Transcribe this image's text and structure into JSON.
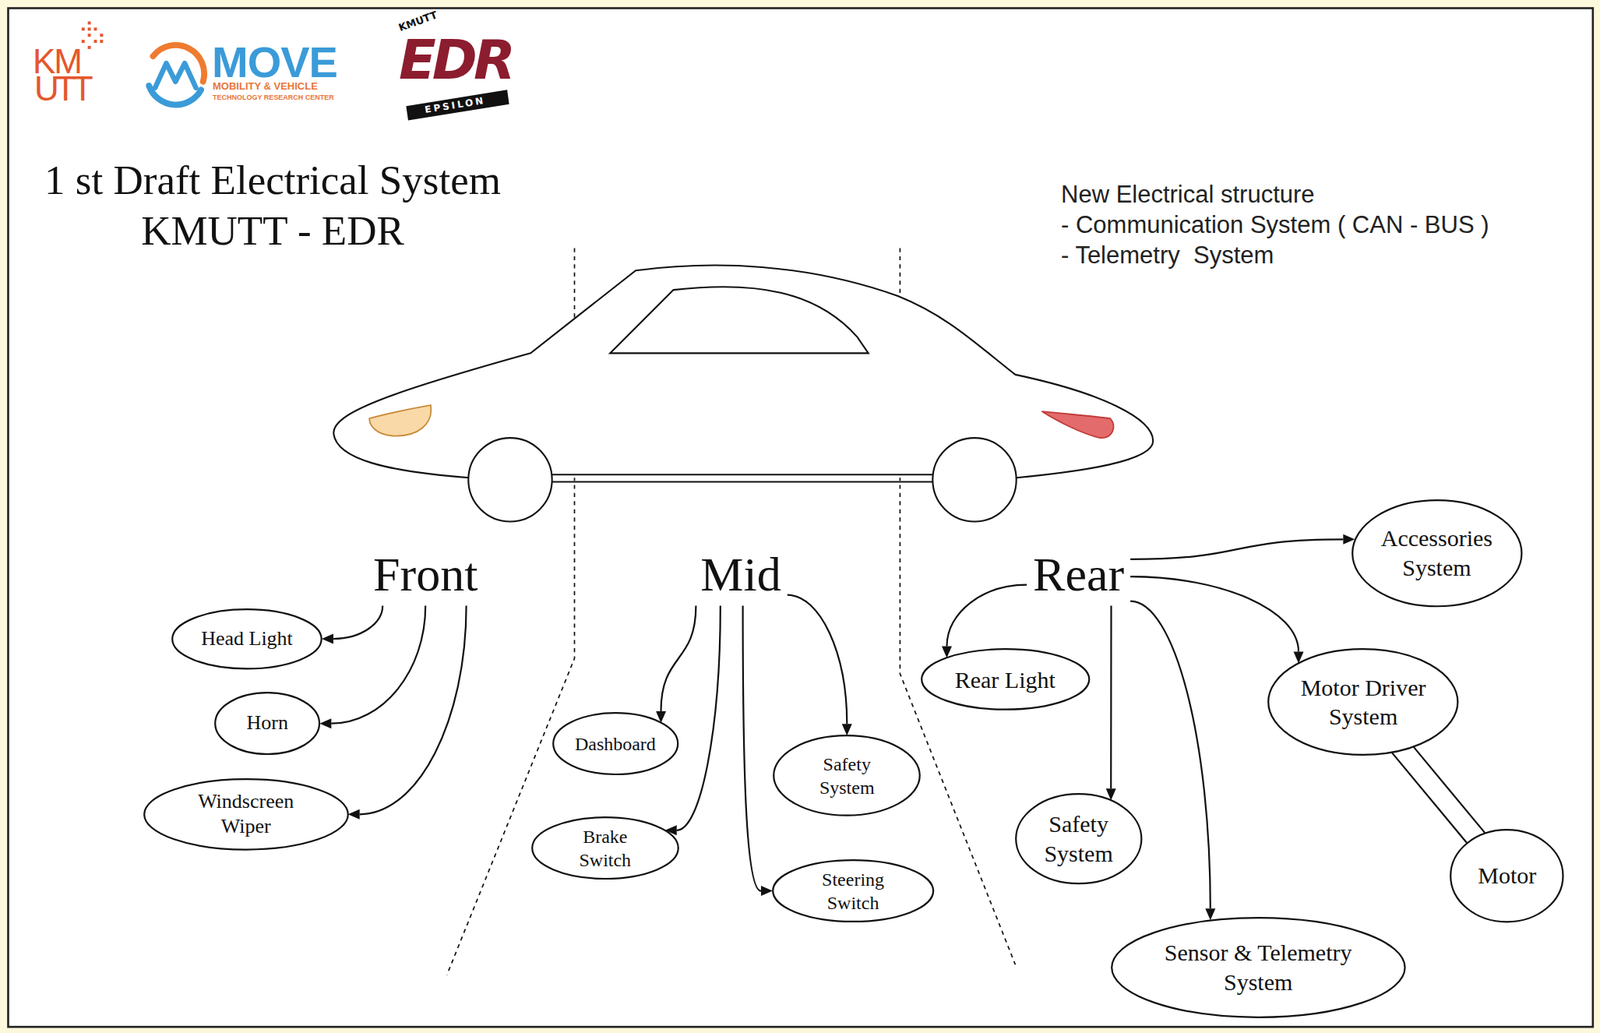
{
  "diagram": {
    "title": "1 st Draft Electrical System KMUTT - EDR",
    "nodes": [
      {
        "text": [
          "Front"
        ]
      },
      {
        "text": [
          "Head Light"
        ]
      },
      {
        "text": [
          "Horn"
        ]
      },
      {
        "text": [
          "Windscreen Wiper"
        ]
      },
      {
        "text": [
          "Mid"
        ]
      },
      {
        "text": [
          "Dashboard"
        ]
      },
      {
        "text": [
          "Brake Switch"
        ]
      },
      {
        "text": [
          "Steering Switch"
        ]
      },
      {
        "text": [
          "Safety System"
        ]
      },
      {
        "text": [
          "Rear"
        ]
      },
      {
        "text": [
          "Rear Light"
        ]
      },
      {
        "text": [
          "Safety System"
        ]
      },
      {
        "text": [
          "Sensor & Telemetry System"
        ]
      },
      {
        "text": [
          "Accessories System"
        ]
      },
      {
        "text": [
          "Motor Driver System"
        ]
      },
      {
        "text": [
          "Motor"
        ]
      }
    ],
    "edges": [
      {
        "from": 0,
        "to": 1,
        "arrow": "to"
      },
      {
        "from": 0,
        "to": 2,
        "arrow": "to"
      },
      {
        "from": 0,
        "to": 3,
        "arrow": "to"
      },
      {
        "from": 4,
        "to": 5,
        "arrow": "to"
      },
      {
        "from": 4,
        "to": 6,
        "arrow": "to"
      },
      {
        "from": 4,
        "to": 7,
        "arrow": "to"
      },
      {
        "from": 4,
        "to": 8,
        "arrow": "to"
      },
      {
        "from": 9,
        "to": 10,
        "arrow": "to"
      },
      {
        "from": 9,
        "to": 11,
        "arrow": "to"
      },
      {
        "from": 9,
        "to": 12,
        "arrow": "to"
      },
      {
        "from": 9,
        "to": 13,
        "arrow": "to"
      },
      {
        "from": 9,
        "to": 14,
        "arrow": "to"
      },
      {
        "from": 14,
        "to": 15,
        "arrow": "none"
      }
    ],
    "labels": [
      "KM",
      "UTT",
      "MOVE",
      "MOBILITY & VEHICLE",
      "TECHNOLOGY RESEARCH CENTER",
      "KMUTT",
      "EDR",
      "EPSILON",
      "New Electrical structure",
      "- Communication System ( CAN - BUS )",
      "- Telemetry  System"
    ]
  }
}
